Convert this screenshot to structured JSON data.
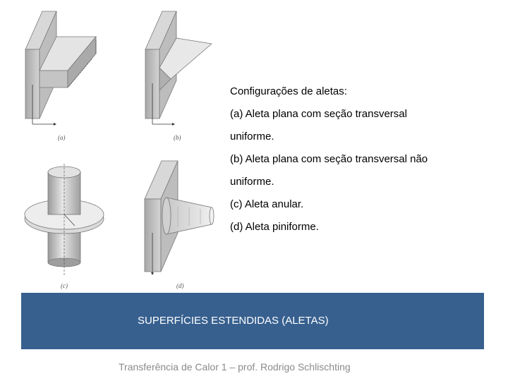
{
  "figures": {
    "label_a": "(a)",
    "label_b": "(b)",
    "label_c": "(c)",
    "label_d": "(d)"
  },
  "text": {
    "heading": "Configurações de aletas:",
    "lines": [
      "(a) Aleta plana com seção transversal",
      "uniforme.",
      "(b) Aleta plana com seção transversal não",
      "uniforme.",
      "(c) Aleta anular.",
      "(d) Aleta piniforme."
    ]
  },
  "banner": {
    "title": "SUPERFÍCIES ESTENDIDAS (ALETAS)"
  },
  "footer": {
    "text": "Transferência de Calor 1 – prof. Rodrigo Schlischting"
  },
  "colors": {
    "banner": "#37608f",
    "footer_text": "#8a8a8a"
  }
}
